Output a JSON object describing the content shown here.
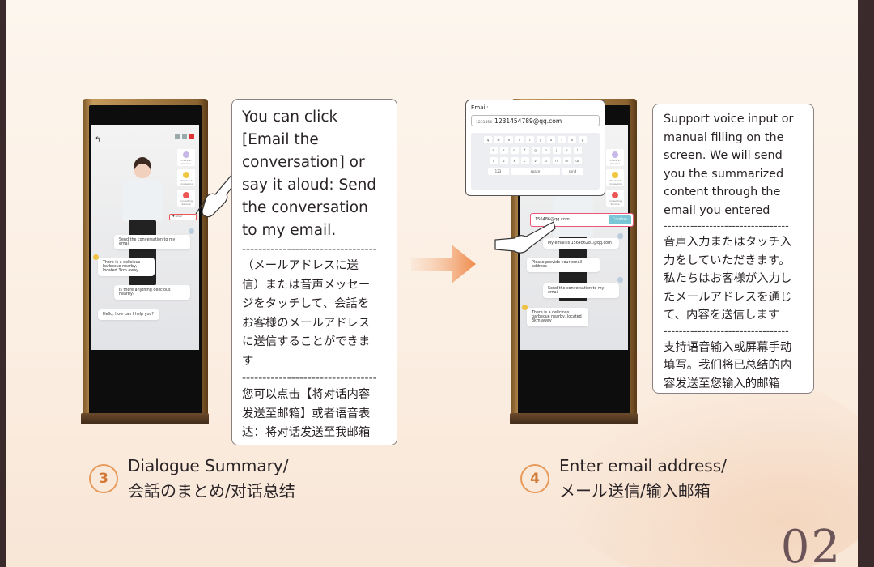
{
  "step3": {
    "number": "3",
    "title": "Dialogue Summary/\n会話のまとめ/对话总结",
    "callout": {
      "en": "You can click\n[Email the\nconversation] or\nsay it aloud: Send\nthe conversation\nto my email.",
      "separator": "---------------------------------",
      "jp": "（メールアドレスに送\n信）または音声メッセー\nジをタッチして、会話を\nお客様のメールアドレス\nに送信することができま\nす",
      "zh": "您可以点击【将对话内容\n发送至邮箱】或者语音表\n达：将对话发送至我邮箱"
    },
    "screen": {
      "back": "↰",
      "menu": [
        "Check in process",
        "Check out processing",
        "Consulting Service"
      ],
      "email_chip": "♥ email",
      "messages": [
        "Send the conversation to my email",
        "There is a delicious barbecue nearby, located 3km away",
        "Is there anything delicious nearby?",
        "Hello, how can I help you?"
      ]
    }
  },
  "step4": {
    "number": "4",
    "title": "Enter email address/\nメール送信/输入邮箱",
    "callout": {
      "en": "Support voice input or\nmanual filling on the\nscreen. We will send\nyou the summarized\ncontent through the\nemail you entered",
      "separator": "---------------------------------",
      "jp": "音声入力またはタッチ入\n力をしていただきます。\n私たちはお客様が入力し\nたメールアドレスを通じ\nて、内容を送信します",
      "zh": "支持语音输入或屏幕手动\n填写。我们将已总结的内\n容发送至您输入的邮箱"
    },
    "email_popup": {
      "label": "Email:",
      "prefix": "1231454",
      "value": "1231454789@qq.com",
      "keys_row1": [
        "q",
        "w",
        "e",
        "r",
        "t",
        "y",
        "u",
        "i",
        "o",
        "p"
      ],
      "keys_row2": [
        "a",
        "s",
        "d",
        "f",
        "g",
        "h",
        "j",
        "k",
        "l"
      ],
      "keys_row3": [
        "⇧",
        "z",
        "x",
        "c",
        "v",
        "b",
        "n",
        "m",
        "⌫"
      ],
      "key_123": "123",
      "key_space": "space",
      "key_send": "send"
    },
    "confirm": {
      "value": "156486@qq.com",
      "button": "Confirm"
    },
    "screen": {
      "menu": [
        "Check in process",
        "Check out processing",
        "Consulting Service"
      ],
      "messages": [
        "My email is 156486281@qq.com",
        "Please provide your email address",
        "Send the conversation to my email",
        "There is a delicious barbecue nearby, located 3km away"
      ]
    }
  },
  "page_number": "02",
  "colors": {
    "accent": "#e89a5a",
    "background": "#fbeee2",
    "frame": "#3b2a2c",
    "kiosk_gold": "#c59a5c"
  }
}
